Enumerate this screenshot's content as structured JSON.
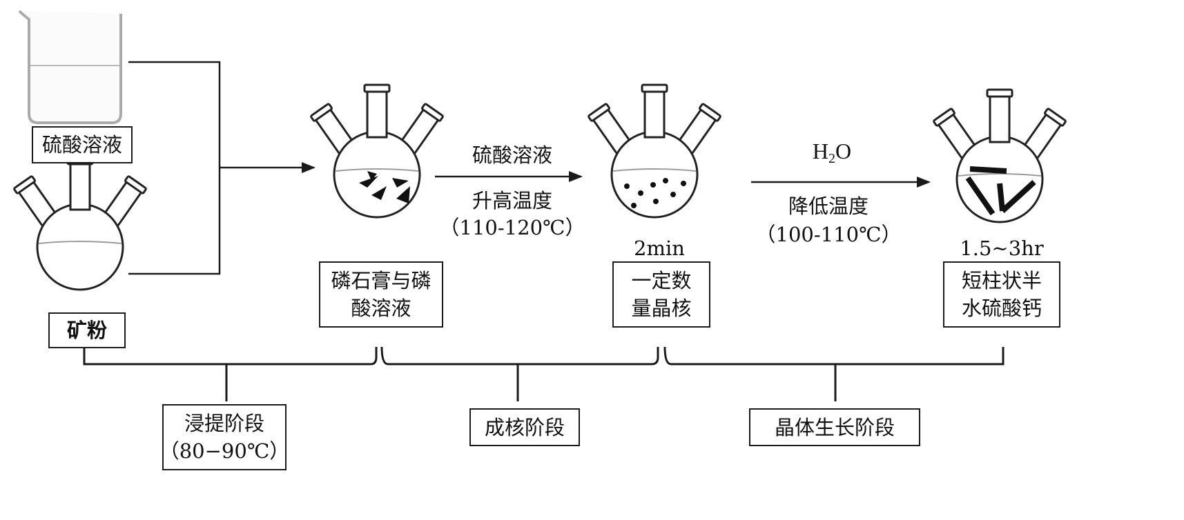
{
  "colors": {
    "line": "#1a1a1a",
    "glass": "#222222",
    "beaker": "#aaaaaa",
    "solution": "#9a9a9a"
  },
  "inputs": {
    "acid": {
      "label": "硫酸溶液",
      "icon": "beaker-icon"
    },
    "ore": {
      "label": "矿粉",
      "icon": "three-neck-flask-icon"
    }
  },
  "steps": [
    {
      "label_lines": [
        "磷石膏与磷",
        "酸溶液"
      ],
      "icon": "flask-with-flakes-icon"
    },
    {
      "label_lines": [
        "一定数",
        "量晶核"
      ],
      "time": "2min",
      "icon": "flask-with-nuclei-icon"
    },
    {
      "label_lines": [
        "短柱状半",
        "水硫酸钙"
      ],
      "time": "1.5~3hr",
      "icon": "flask-with-rods-icon"
    }
  ],
  "transitions": [
    {
      "top": "硫酸溶液",
      "bottom": "升高温度",
      "range": "（110-120℃）"
    },
    {
      "top_main": "H",
      "top_sub": "2",
      "top_tail": "O",
      "bottom": "降低温度",
      "range": "（100-110℃）"
    }
  ],
  "stages": [
    {
      "name": "浸提阶段",
      "range": "（80−90℃）"
    },
    {
      "name": "成核阶段"
    },
    {
      "name": "晶体生长阶段"
    }
  ]
}
